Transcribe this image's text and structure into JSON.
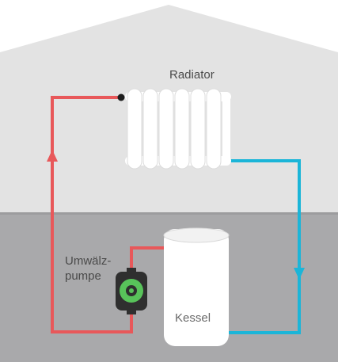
{
  "labels": {
    "radiator": "Radiator",
    "pump_line1": "Umwälz-",
    "pump_line2": "pumpe",
    "boiler": "Kessel"
  },
  "colors": {
    "supply_pipe": "#e8585a",
    "return_pipe": "#1bb5d8",
    "house_upper": "#e3e3e3",
    "basement": "#a9a9ab",
    "pump_body": "#58c35a",
    "pump_housing": "#2f2f2f",
    "boiler": "#ffffff",
    "radiator": "#ffffff"
  },
  "icons": {
    "pump": "circulation-pump-icon",
    "valve": "valve-dot-icon",
    "radiator": "radiator-icon",
    "boiler": "boiler-tank-icon"
  }
}
